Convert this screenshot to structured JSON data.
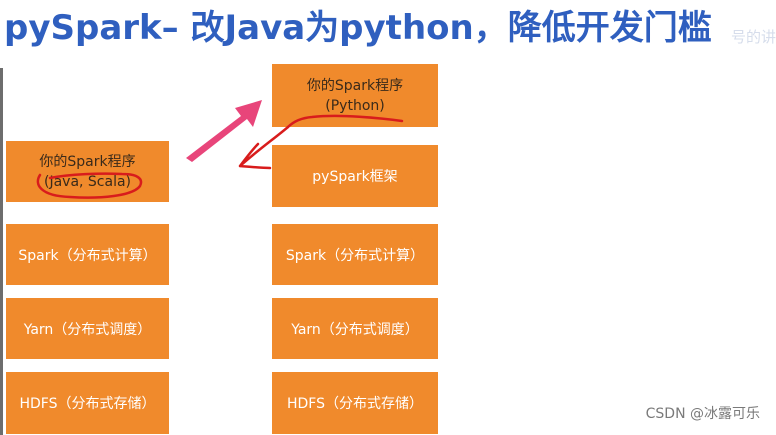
{
  "title": "pySpark– 改Java为python，降低开发门槛",
  "watermark_top": "号的讲",
  "left_stack": {
    "top_line1": "你的Spark程序",
    "top_line2": "(Java, Scala)",
    "spark": "Spark（分布式计算）",
    "yarn": "Yarn（分布式调度）",
    "hdfs": "HDFS（分布式存储）"
  },
  "right_stack": {
    "top_line1": "你的Spark程序",
    "top_line2": "(Python)",
    "pyspark": "pySpark框架",
    "spark": "Spark（分布式计算）",
    "yarn": "Yarn（分布式调度）",
    "hdfs": "HDFS（分布式存储）"
  },
  "colors": {
    "box": "#f08a2c",
    "title": "#2f5fbf",
    "arrow": "#e8457a",
    "annotation": "#d81c1c"
  },
  "watermark": "CSDN @冰露可乐"
}
